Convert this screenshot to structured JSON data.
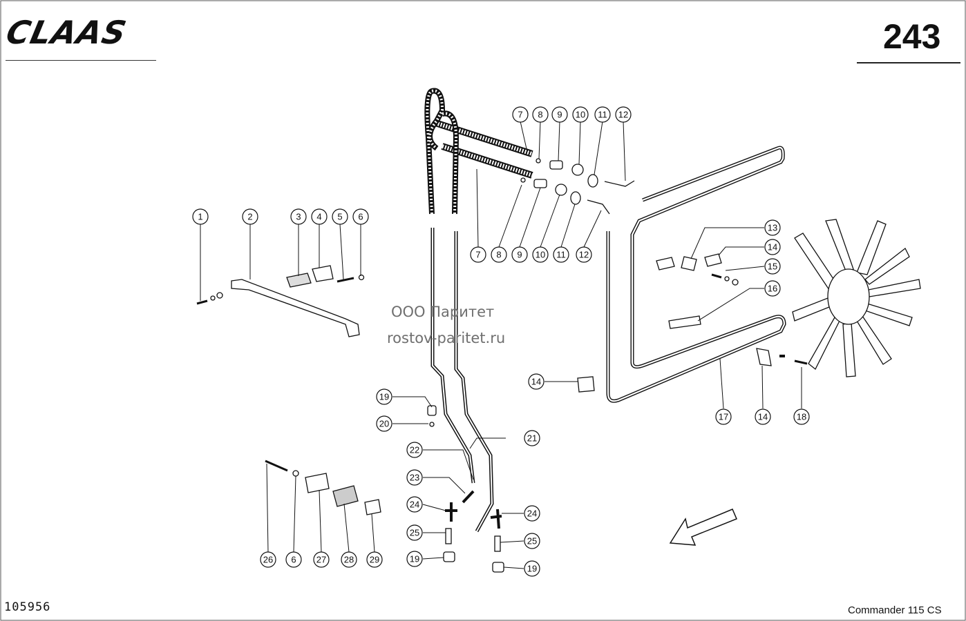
{
  "header": {
    "brand": "CLAAS",
    "page_number": "243"
  },
  "footer": {
    "doc_number": "105956",
    "model": "Commander 115 CS"
  },
  "watermark": {
    "line1": "ООО Паритет",
    "line2": "rostov-paritet.ru"
  },
  "callouts": [
    {
      "id": "c1",
      "label": "1"
    },
    {
      "id": "c2",
      "label": "2"
    },
    {
      "id": "c3",
      "label": "3"
    },
    {
      "id": "c4",
      "label": "4"
    },
    {
      "id": "c5",
      "label": "5"
    },
    {
      "id": "c6a",
      "label": "6"
    },
    {
      "id": "c7a",
      "label": "7"
    },
    {
      "id": "c8a",
      "label": "8"
    },
    {
      "id": "c9a",
      "label": "9"
    },
    {
      "id": "c10a",
      "label": "10"
    },
    {
      "id": "c11a",
      "label": "11"
    },
    {
      "id": "c12a",
      "label": "12"
    },
    {
      "id": "c7b",
      "label": "7"
    },
    {
      "id": "c8b",
      "label": "8"
    },
    {
      "id": "c9b",
      "label": "9"
    },
    {
      "id": "c10b",
      "label": "10"
    },
    {
      "id": "c11b",
      "label": "11"
    },
    {
      "id": "c12b",
      "label": "12"
    },
    {
      "id": "c13",
      "label": "13"
    },
    {
      "id": "c14a",
      "label": "14"
    },
    {
      "id": "c15",
      "label": "15"
    },
    {
      "id": "c16",
      "label": "16"
    },
    {
      "id": "c14b",
      "label": "14"
    },
    {
      "id": "c14c",
      "label": "14"
    },
    {
      "id": "c17",
      "label": "17"
    },
    {
      "id": "c18",
      "label": "18"
    },
    {
      "id": "c19a",
      "label": "19"
    },
    {
      "id": "c20",
      "label": "20"
    },
    {
      "id": "c21",
      "label": "21"
    },
    {
      "id": "c22",
      "label": "22"
    },
    {
      "id": "c23",
      "label": "23"
    },
    {
      "id": "c24a",
      "label": "24"
    },
    {
      "id": "c24b",
      "label": "24"
    },
    {
      "id": "c25a",
      "label": "25"
    },
    {
      "id": "c25b",
      "label": "25"
    },
    {
      "id": "c19b",
      "label": "19"
    },
    {
      "id": "c19c",
      "label": "19"
    },
    {
      "id": "c26",
      "label": "26"
    },
    {
      "id": "c6b",
      "label": "6"
    },
    {
      "id": "c27",
      "label": "27"
    },
    {
      "id": "c28",
      "label": "28"
    },
    {
      "id": "c29",
      "label": "29"
    }
  ]
}
